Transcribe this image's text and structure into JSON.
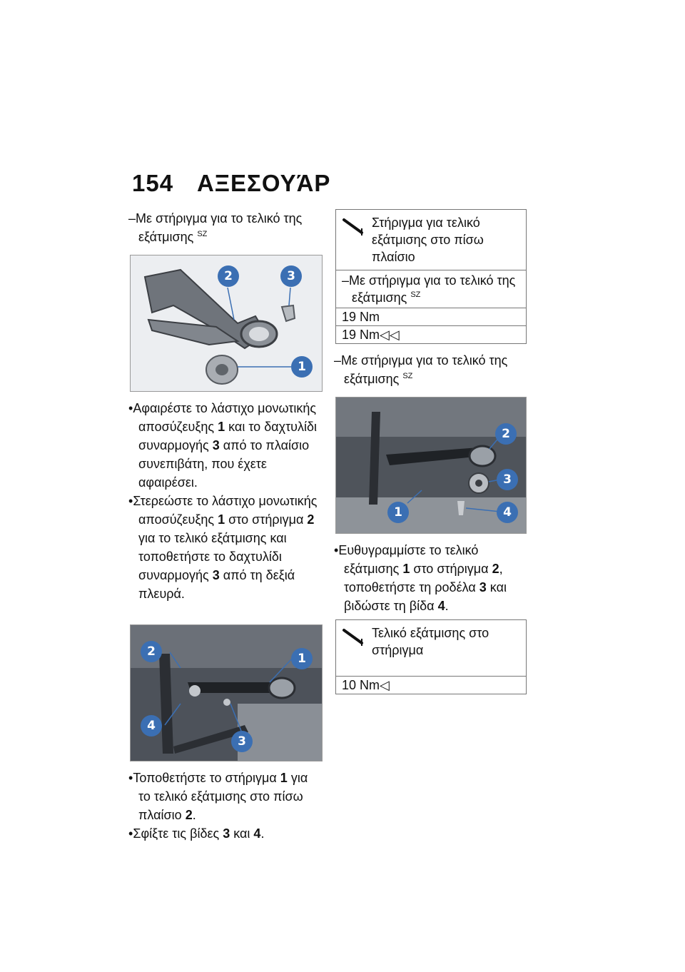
{
  "header": {
    "page_number": "154",
    "title": "ΑΞΕΣΟΥΆΡ"
  },
  "left": {
    "dash1_text": "Με στήριγμα για το τελικό της εξάτμισης",
    "dash1_sup": "SZ",
    "fig1_callouts": [
      "2",
      "3",
      "1"
    ],
    "b1": {
      "t1": "Αφαιρέστε το λάστιχο μονωτικής αποσύζευξης",
      "n1": "1",
      "t2": "και το δαχτυλίδι συναρμογής",
      "n2": "3",
      "t3": "από το πλαίσιο συνεπιβάτη, που έχετε αφαιρέσει."
    },
    "b2": {
      "t1": "Στερεώστε το λάστιχο μονωτικής αποσύζευξης",
      "n1": "1",
      "t2": "στο στήριγμα",
      "n2": "2",
      "t3": "για το τελικό εξάτμισης και τοποθετήστε το δαχτυλίδι συναρμογής",
      "n3": "3",
      "t4": "από τη δεξιά πλευρά."
    },
    "fig2_callouts": [
      "2",
      "1",
      "4",
      "3"
    ],
    "b3": {
      "t1": "Τοποθετήστε το στήριγμα",
      "n1": "1",
      "t2": "για το τελικό εξάτμισης στο πίσω πλαίσιο",
      "n2": "2",
      "t3": "."
    },
    "b4": {
      "t1": "Σφίξτε τις βίδες",
      "n1": "3",
      "t2": "και",
      "n2": "4",
      "t3": "."
    }
  },
  "right": {
    "table1": {
      "head": "Στήριγμα για τελικό εξάτμισης στο πίσω πλαίσιο",
      "cond": "Με στήριγμα για το τελικό της εξάτμισης",
      "cond_sup": "SZ",
      "v1": "19 Nm",
      "v2": "19 Nm◁◁"
    },
    "dash2_text": "Με στήριγμα για το τελικό της εξάτμισης",
    "dash2_sup": "SZ",
    "fig3_callouts": [
      "2",
      "3",
      "1",
      "4"
    ],
    "b5": {
      "t1": "Ευθυγραμμίστε το τελικό εξάτμισης",
      "n1": "1",
      "t2": "στο στήριγμα",
      "n2": "2",
      "t3": ", τοποθετήστε τη ροδέλα",
      "n3": "3",
      "t4": "και βιδώστε τη βίδα",
      "n4": "4",
      "t5": "."
    },
    "table2": {
      "head": "Τελικό εξάτμισης στο στήριγμα",
      "v1": "10 Nm◁"
    }
  }
}
